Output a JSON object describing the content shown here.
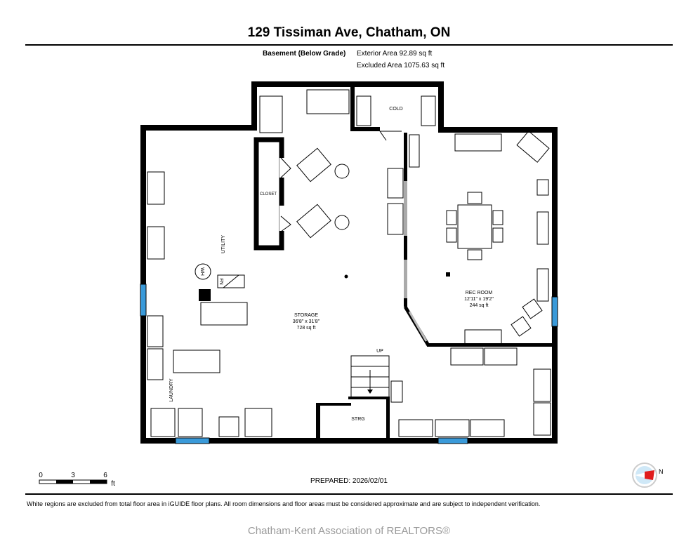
{
  "header": {
    "title": "129 Tissiman Ave, Chatham, ON",
    "floor_label": "Basement (Below Grade)",
    "exterior_area": "Exterior Area 92.89 sq ft",
    "excluded_area": "Excluded Area 1075.63 sq ft"
  },
  "rooms": {
    "cold": "COLD",
    "closet": "CLOSET",
    "utility": "UTILITY",
    "laundry": "LAUNDRY",
    "storage": {
      "name": "STORAGE",
      "dims": "36'8\" x 31'8\"",
      "area": "728 sq ft"
    },
    "rec_room": {
      "name": "REC ROOM",
      "dims": "12'11\" x 19'2\"",
      "area": "244 sq ft"
    },
    "strg": "STRG",
    "up": "UP",
    "wh": "WH",
    "fn": "FN"
  },
  "scale": {
    "ticks": [
      "0",
      "3",
      "6"
    ],
    "unit": "ft"
  },
  "compass": {
    "label": "N"
  },
  "prepared": "PREPARED: 2026/02/01",
  "disclaimer": "White regions are excluded from total floor area in iGUIDE floor plans. All room dimensions and floor areas must be considered approximate and are subject to independent verification.",
  "footer": "Chatham-Kent Association of REALTORS®",
  "colors": {
    "wall": "#000000",
    "window": "#3a9ad9",
    "footer": "#9a9a9a"
  }
}
